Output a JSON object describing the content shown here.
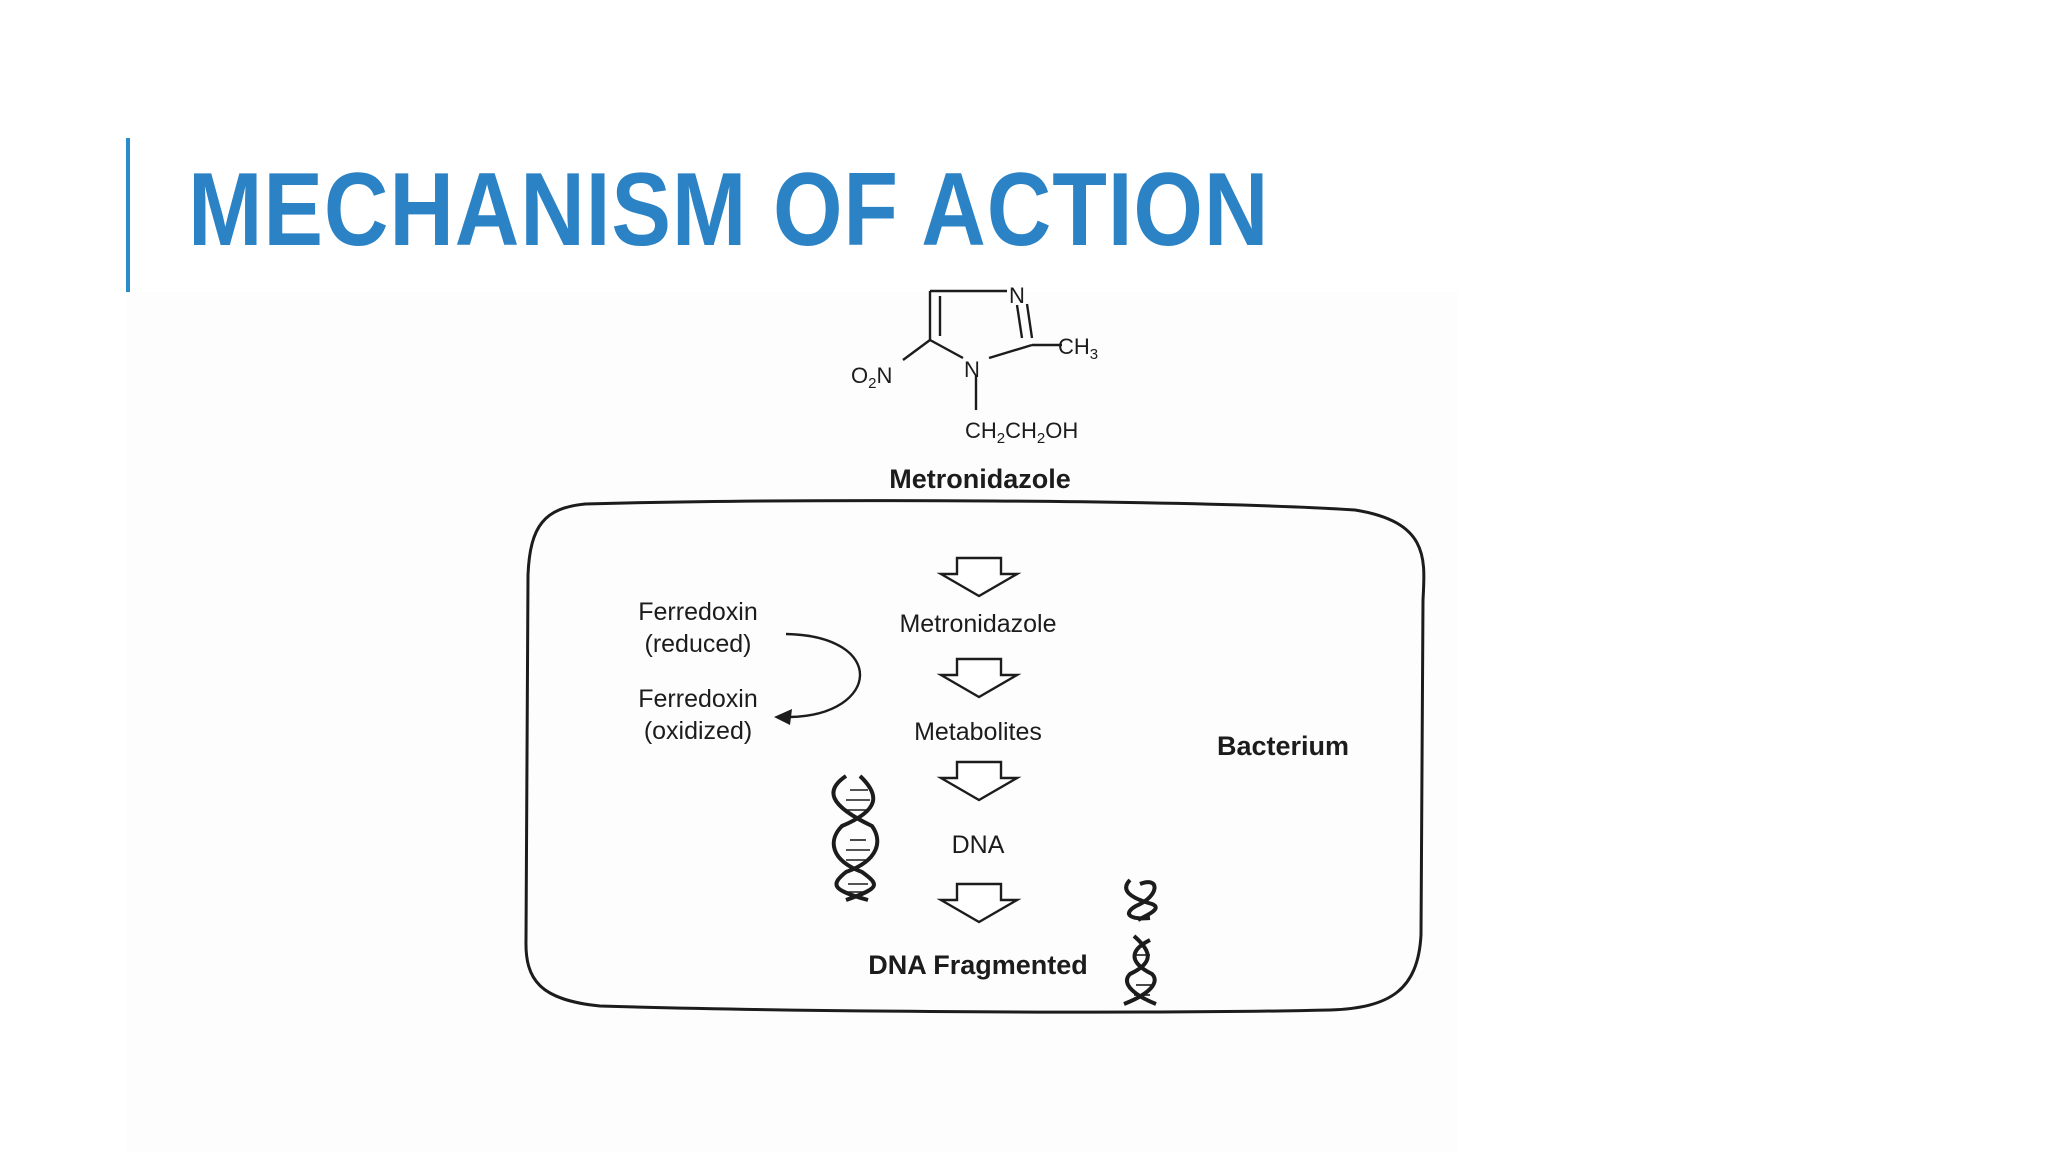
{
  "slide": {
    "title": "MECHANISM OF ACTION"
  },
  "colors": {
    "title": "#2b83c6",
    "accent_bar": "#2b8ccb",
    "diagram_ink": "#1c1c1c"
  },
  "diagram": {
    "structure": {
      "o2n": "O",
      "o2n_sub": "2",
      "o2n_tail": "N",
      "n_ring_top": "N",
      "n_ring_bottom": "N",
      "ch3": "CH",
      "ch3_sub": "3",
      "side_chain_a": "CH",
      "side_chain_sub1": "2",
      "side_chain_b": "CH",
      "side_chain_sub2": "2",
      "side_chain_c": "OH",
      "name": "Metronidazole"
    },
    "cell_label": "Bacterium",
    "steps": [
      "Metronidazole",
      "Metabolites",
      "DNA",
      "DNA Fragmented"
    ],
    "ferredoxin": {
      "reduced_line1": "Ferredoxin",
      "reduced_line2": "(reduced)",
      "oxidized_line1": "Ferredoxin",
      "oxidized_line2": "(oxidized)"
    },
    "icons": [
      "down-arrow-icon",
      "dna-helix-icon",
      "fragmented-dna-icon"
    ]
  }
}
